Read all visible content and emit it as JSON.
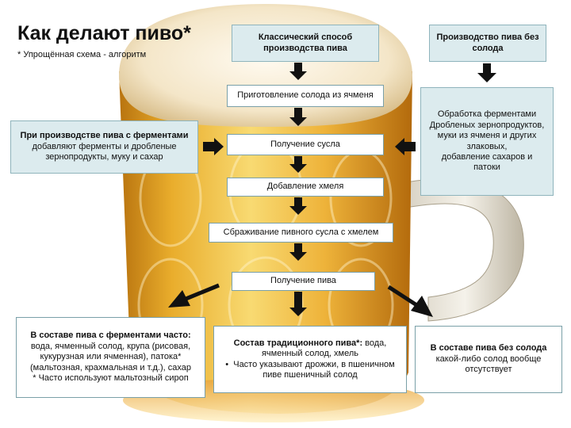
{
  "title": "Как делают пиво*",
  "subtitle": "* Упрощённая схема - алгоритм",
  "classic": {
    "header": "Классический способ производства пива",
    "steps": [
      "Приготовление солода из ячменя",
      "Получение сусла",
      "Добавление хмеля",
      "Сбраживание пивного сусла с хмелем",
      "Получение пива"
    ]
  },
  "no_malt": {
    "header": "Производство пива без солода",
    "process": [
      "Обработка ферментами",
      "Дробленых зернопродуктов,",
      "муки из ячменя и других",
      "злаковых,",
      "добавление сахаров и",
      "патоки"
    ],
    "composition_title": "В составе пива без солода",
    "composition_text": "какой-либо солод вообще отсутствует"
  },
  "enzymes": {
    "process_title": "При производстве пива с ферментами",
    "process_text": "добавляют ферменты и дробленые зернопродукты, муку и сахар",
    "composition_title": "В составе пива с ферментами часто:",
    "composition_text": "вода, ячменный солод, крупа (рисовая, кукурузная или ячменная), патока* (мальтозная, крахмальная и т.д.), сахар",
    "composition_note": "* Часто используют мальтозный сироп"
  },
  "traditional": {
    "title": "Состав традиционного пива*:",
    "text": "вода, ячменный солод, хмель",
    "note": "Часто указывают дрожжи, в пшеничном пиве пшеничный солод"
  },
  "colors": {
    "box_fill": "#dcebee",
    "box_border": "#8fb4bc",
    "arrow": "#111111",
    "beer_light": "#f6d36a",
    "beer_dark": "#d18a18",
    "foam": "#fbf3e3"
  }
}
